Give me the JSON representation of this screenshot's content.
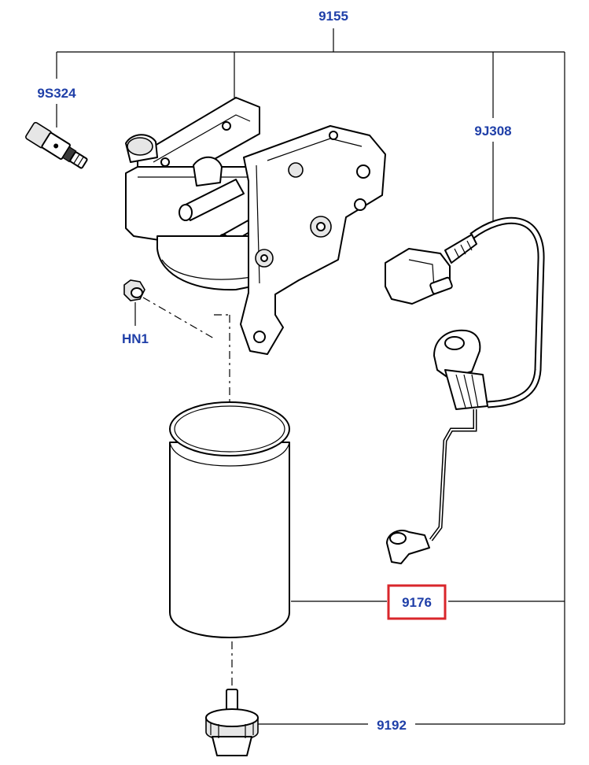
{
  "callouts": {
    "assembly": "9155",
    "sensor_left": "9S324",
    "harness": "9J308",
    "nut": "HN1",
    "filter": "9176",
    "drain": "9192"
  },
  "highlight": {
    "target": "9176",
    "color": "#d9262b"
  },
  "colors": {
    "callout_text": "#1f3fa8",
    "line": "#000000"
  }
}
